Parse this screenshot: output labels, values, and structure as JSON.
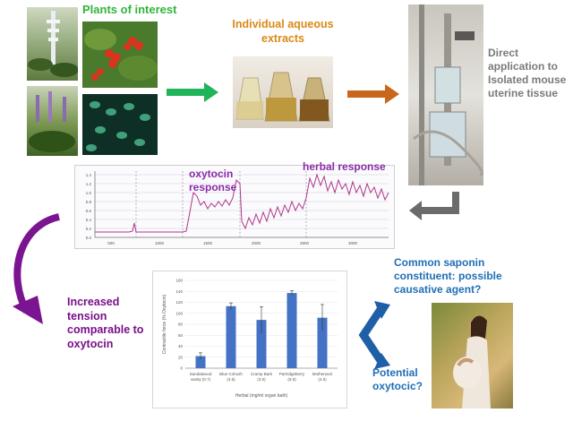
{
  "labels": {
    "plants": "Plants of interest",
    "extracts": "Individual aqueous extracts",
    "application": "Direct application to Isolated mouse uterine tissue",
    "oxytocin_response": "oxytocin response",
    "herbal_response": "herbal response",
    "increased_tension": "Increased tension comparable to oxytocin",
    "saponin": "Common saponin constituent: possible causative agent?",
    "oxytocic": "Potential oxytocic?"
  },
  "trace": {
    "x_ticks": [
      "500",
      "1000",
      "1500",
      "2000",
      "2500",
      "3000"
    ],
    "y_ticks": [
      "1.4",
      "1.2",
      "1.0",
      "0.8",
      "0.6",
      "0.4",
      "0.2",
      "0.0"
    ]
  },
  "colors": {
    "green_arrow": "#1fb35a",
    "orange_arrow": "#c8661c",
    "grey_arrow": "#6b6b6b",
    "purple_arrow": "#7a1490",
    "blue_arrow": "#1f5fa8",
    "bar": "#4472c4"
  },
  "chart_data": {
    "type": "bar",
    "ylabel": "Contractile force (% Oxytocin)",
    "xlabel": "Herbal (mg/ml organ bath)",
    "categories": [
      "Sandalwood\nvanity (0.7)",
      "Blue Cohosh\n(4.5)",
      "Cramp Bark\n(3.0)",
      "Partridgeberry\n(5.5)",
      "Motherwort\n(4.5)"
    ],
    "values": [
      22,
      113,
      88,
      137,
      92
    ],
    "errors": [
      6,
      6,
      24,
      4,
      24
    ],
    "y_ticks": [
      0,
      20,
      40,
      60,
      80,
      100,
      120,
      140,
      160
    ],
    "ylim": [
      0,
      160
    ]
  }
}
